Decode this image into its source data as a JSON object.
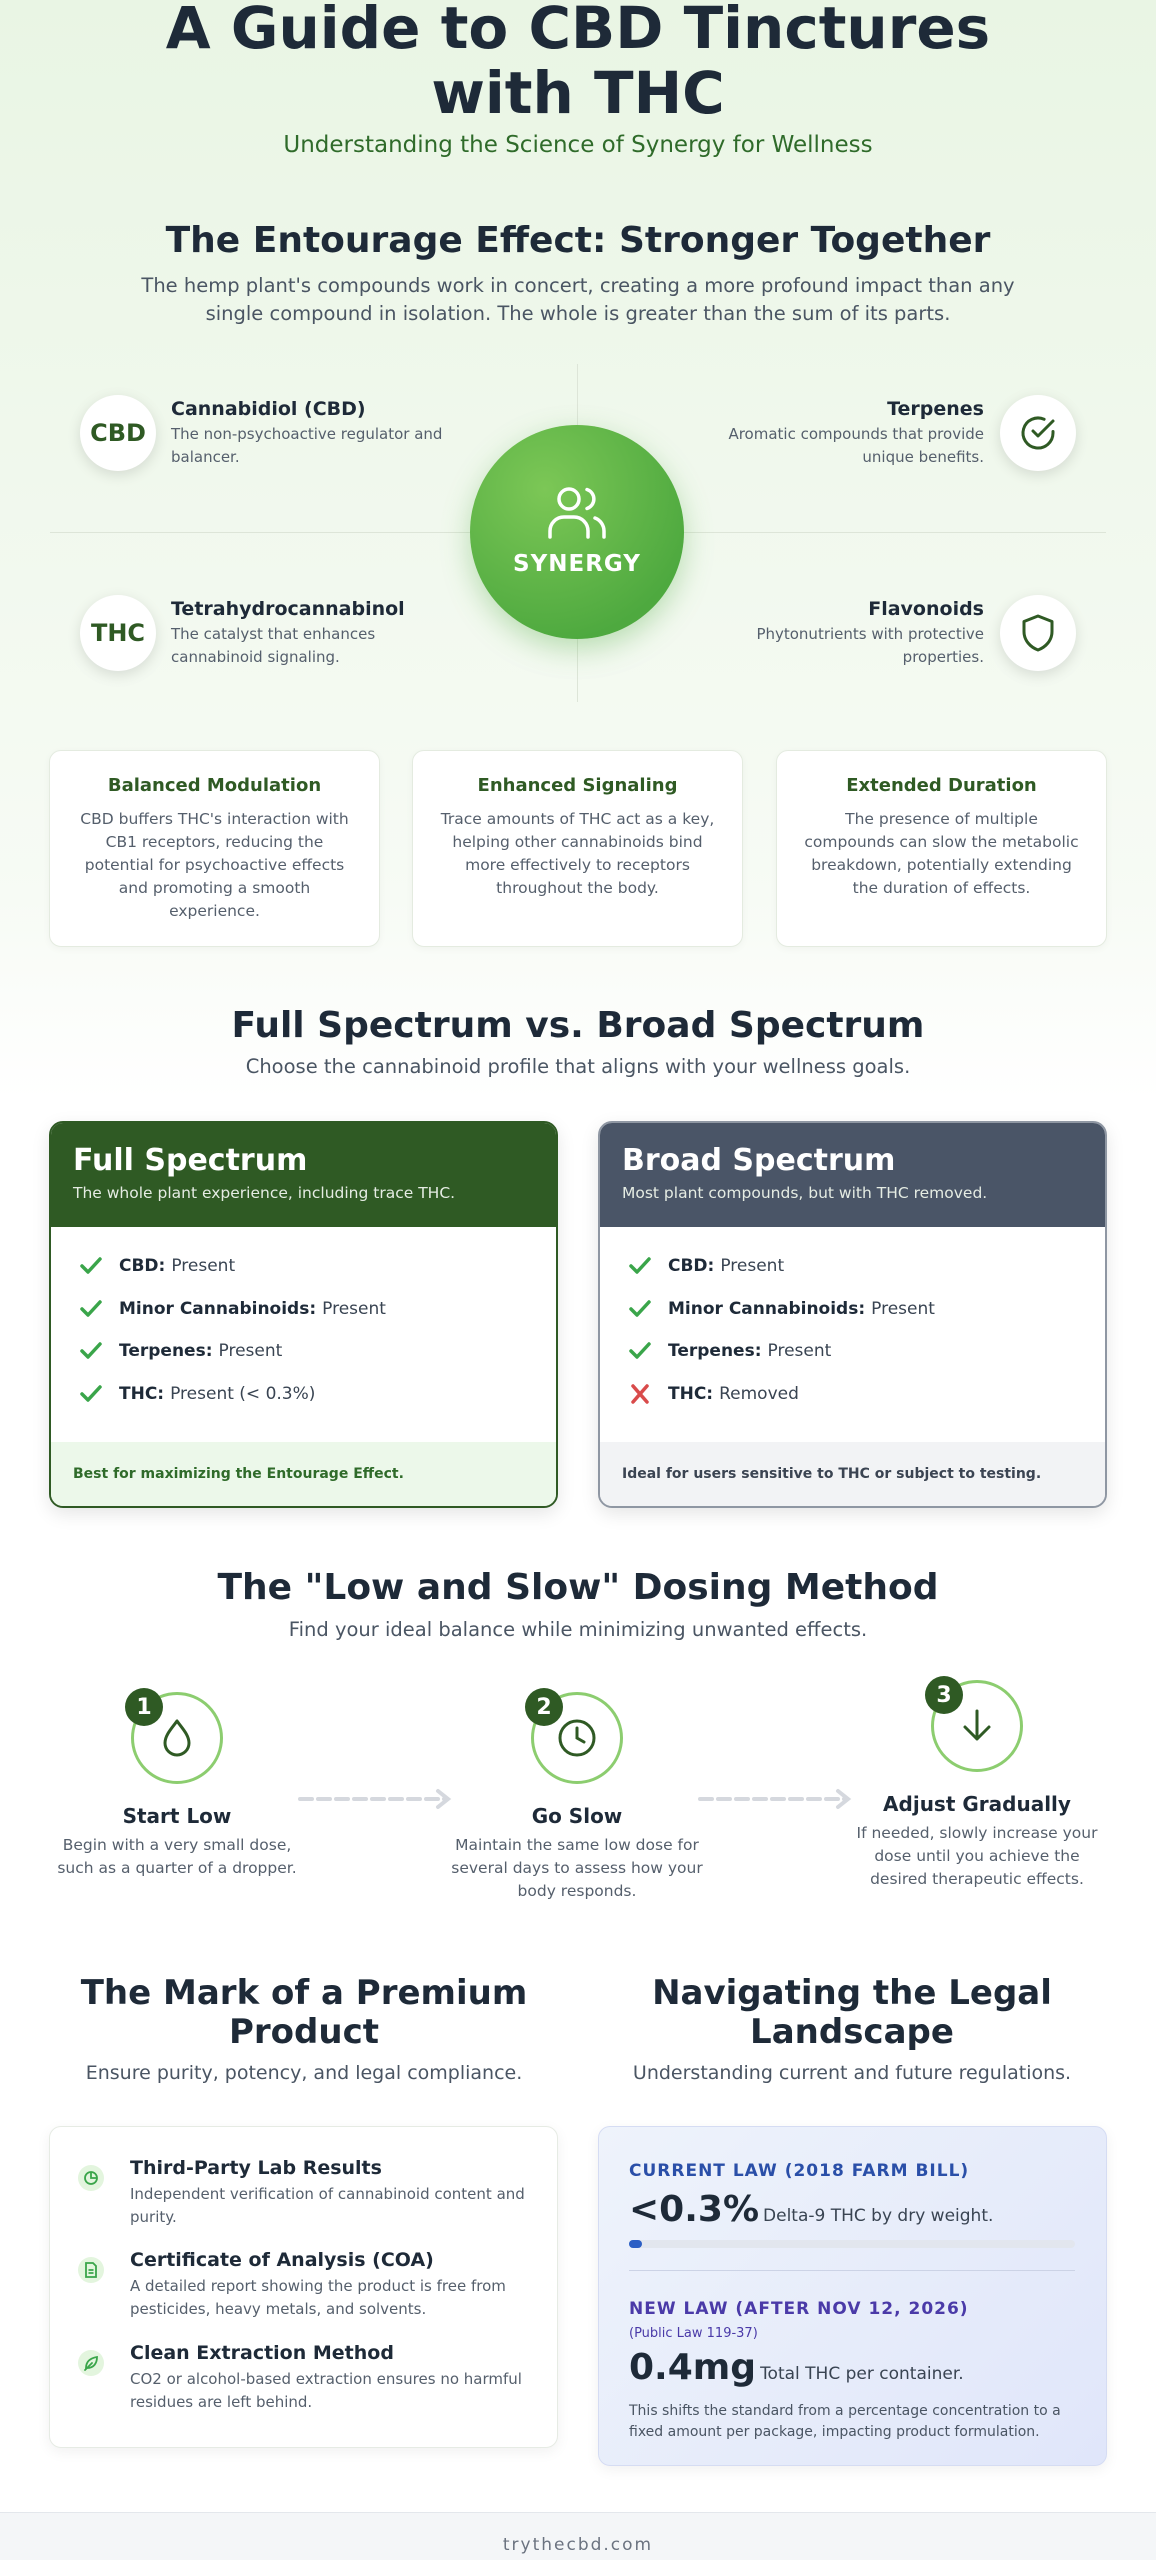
{
  "header": {
    "title": "A Guide to CBD Tinctures with THC",
    "subtitle": "Understanding the Science of Synergy for Wellness"
  },
  "entourage": {
    "title": "The Entourage Effect: Stronger Together",
    "description": "The hemp plant's compounds work in concert, creating a more profound impact than any single compound in isolation. The whole is greater than the sum of its parts.",
    "center_label": "SYNERGY",
    "center_icon": "users-icon",
    "components": [
      {
        "badge": "CBD",
        "title": "Cannabidiol (CBD)",
        "desc": "The non-psychoactive regulator and balancer."
      },
      {
        "badge": "",
        "icon": "check-circle-icon",
        "title": "Terpenes",
        "desc": "Aromatic compounds that provide unique benefits."
      },
      {
        "badge": "THC",
        "title": "Tetrahydrocannabinol",
        "desc": "The catalyst that enhances cannabinoid signaling."
      },
      {
        "badge": "",
        "icon": "shield-icon",
        "title": "Flavonoids",
        "desc": "Phytonutrients with protective properties."
      }
    ],
    "benefits": [
      {
        "title": "Balanced Modulation",
        "desc": "CBD buffers THC's interaction with CB1 receptors, reducing the potential for psychoactive effects and promoting a smooth experience."
      },
      {
        "title": "Enhanced Signaling",
        "desc": "Trace amounts of THC act as a key, helping other cannabinoids bind more effectively to receptors throughout the body."
      },
      {
        "title": "Extended Duration",
        "desc": "The presence of multiple compounds can slow the metabolic breakdown, potentially extending the duration of effects."
      }
    ]
  },
  "spectrum": {
    "title": "Full Spectrum vs. Broad Spectrum",
    "description": "Choose the cannabinoid profile that aligns with your wellness goals.",
    "full": {
      "name": "Full Spectrum",
      "tagline": "The whole plant experience, including trace THC.",
      "items": [
        {
          "label": "CBD:",
          "value": "Present",
          "status": "check"
        },
        {
          "label": "Minor Cannabinoids:",
          "value": "Present",
          "status": "check"
        },
        {
          "label": "Terpenes:",
          "value": "Present",
          "status": "check"
        },
        {
          "label": "THC:",
          "value": "Present (< 0.3%)",
          "status": "check"
        }
      ],
      "footer": "Best for maximizing the Entourage Effect."
    },
    "broad": {
      "name": "Broad Spectrum",
      "tagline": "Most plant compounds, but with THC removed.",
      "items": [
        {
          "label": "CBD:",
          "value": "Present",
          "status": "check"
        },
        {
          "label": "Minor Cannabinoids:",
          "value": "Present",
          "status": "check"
        },
        {
          "label": "Terpenes:",
          "value": "Present",
          "status": "check"
        },
        {
          "label": "THC:",
          "value": "Removed",
          "status": "cross"
        }
      ],
      "footer": "Ideal for users sensitive to THC or subject to testing."
    }
  },
  "dosing": {
    "title": "The \"Low and Slow\" Dosing Method",
    "description": "Find your ideal balance while minimizing unwanted effects.",
    "steps": [
      {
        "num": "1",
        "icon": "droplet-icon",
        "title": "Start Low",
        "desc": "Begin with a very small dose, such as a quarter of a dropper."
      },
      {
        "num": "2",
        "icon": "clock-icon",
        "title": "Go Slow",
        "desc": "Maintain the same low dose for several days to assess how your body responds."
      },
      {
        "num": "3",
        "icon": "arrow-down-icon",
        "title": "Adjust Gradually",
        "desc": "If needed, slowly increase your dose until you achieve the desired therapeutic effects."
      }
    ]
  },
  "premium": {
    "title": "The Mark of a Premium Product",
    "subtitle": "Ensure purity, potency, and legal compliance.",
    "items": [
      {
        "icon": "pie-chart-icon",
        "title": "Third-Party Lab Results",
        "desc": "Independent verification of cannabinoid content and purity."
      },
      {
        "icon": "document-icon",
        "title": "Certificate of Analysis (COA)",
        "desc": "A detailed report showing the product is free from pesticides, heavy metals, and solvents."
      },
      {
        "icon": "leaf-icon",
        "title": "Clean Extraction Method",
        "desc": "CO2 or alcohol-based extraction ensures no harmful residues are left behind."
      }
    ]
  },
  "legal": {
    "title": "Navigating the Legal Landscape",
    "subtitle": "Understanding current and future regulations.",
    "current": {
      "label": "CURRENT LAW (2018 FARM BILL)",
      "value": "<0.3%",
      "unit": "Delta-9 THC by dry weight.",
      "bar_fraction": 0.03
    },
    "new": {
      "label": "NEW LAW (AFTER NOV 12, 2026)",
      "sublabel": "(Public Law 119-37)",
      "value": "0.4mg",
      "unit": "Total THC per container.",
      "note": "This shifts the standard from a percentage concentration to a fixed amount per package, impacting product formulation."
    }
  },
  "footer": {
    "site": "trythecbd.com"
  },
  "colors": {
    "primary_green": "#2f5a24",
    "accent_green": "#4ea93f",
    "slate": "#4a5567",
    "check_green": "#3aa54a",
    "cross_red": "#d94b4b",
    "law_blue": "#2a4fa8",
    "law_purple": "#4a3aa8"
  }
}
